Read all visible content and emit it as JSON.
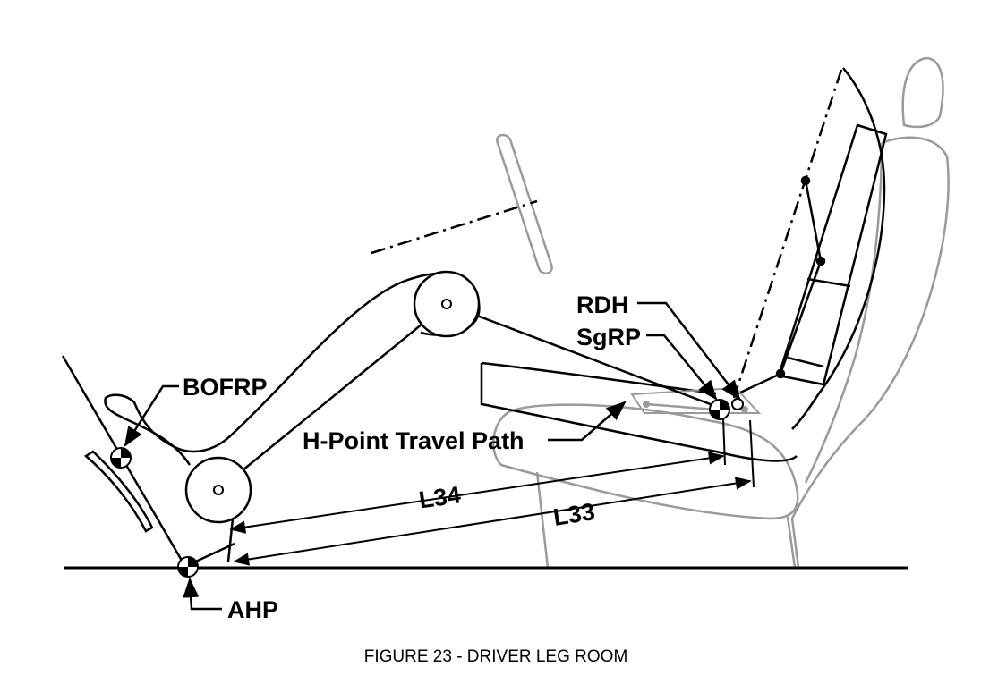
{
  "labels": {
    "bofrp": "BOFRP",
    "ahp": "AHP",
    "rdh": "RDH",
    "sgrp": "SgRP",
    "h_point_travel_path": "H-Point Travel Path",
    "l34": "L34",
    "l33": "L33"
  },
  "caption": "FIGURE 23 - DRIVER LEG ROOM",
  "colors": {
    "line": "#000000",
    "gray": "#9a9a9a"
  }
}
